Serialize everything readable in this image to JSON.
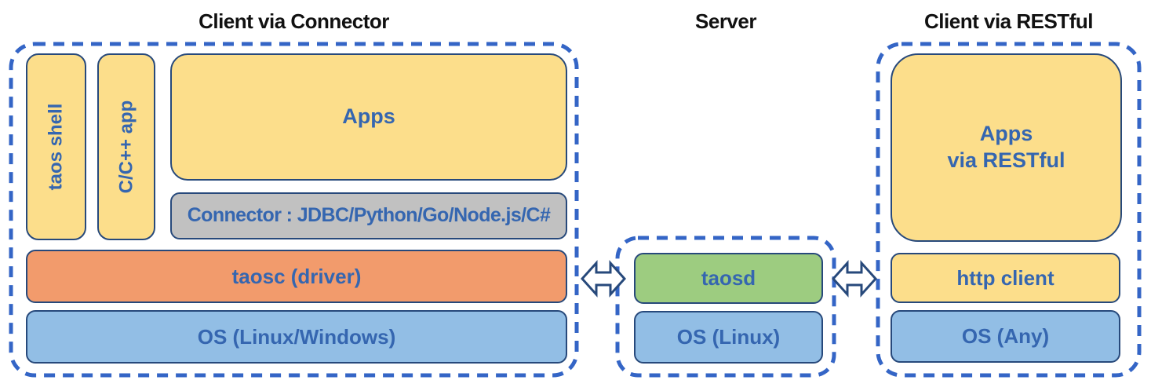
{
  "titles": {
    "client_connector": "Client via Connector",
    "server": "Server",
    "client_restful": "Client via RESTful"
  },
  "boxes": {
    "taos_shell": "taos shell",
    "cpp_app": "C/C++ app",
    "apps": "Apps",
    "connector": "Connector : JDBC/Python/Go/Node.js/C#",
    "taosc_driver": "taosc (driver)",
    "os_client": "OS (Linux/Windows)",
    "taosd": "taosd",
    "os_server": "OS (Linux)",
    "apps_restful": "Apps\nvia RESTful",
    "http_client": "http client",
    "os_any": "OS (Any)"
  },
  "icons": {
    "left_link": "double-arrow-icon",
    "right_link": "double-arrow-icon"
  },
  "colors": {
    "yellow": "#FCDE8B",
    "orange": "#F29B6C",
    "green": "#9DCC80",
    "lightblue": "#92BEE5",
    "gray": "#C1C1C1",
    "box-border": "#27497B",
    "dash-blue": "#3465C6",
    "label-blue": "#3566B0",
    "title-black": "#111111",
    "arrow-fill": "#FFFFFF"
  }
}
